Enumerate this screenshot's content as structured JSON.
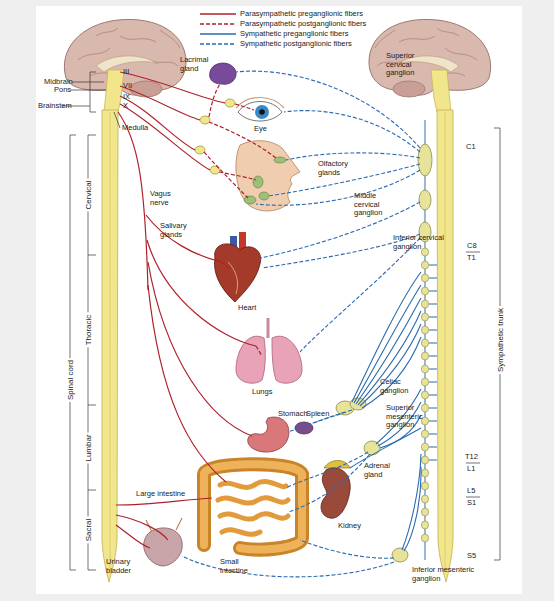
{
  "diagram": {
    "labels": [
      "Midbrain",
      "Pons",
      "Brainstem",
      "III",
      "VII",
      "IX",
      "X",
      "Medulla",
      "Cervical",
      "Thoracic",
      "Lumbar",
      "Sacral",
      "Spinal cord",
      "Vagus nerve",
      "Lacrimal gland",
      "Eye",
      "Olfactory glands",
      "Salivary glands",
      "Heart",
      "Lungs",
      "Stomach",
      "Spleen",
      "Large intestine",
      "Small intestine",
      "Urinary bladder",
      "Adrenal gland",
      "Kidney",
      "Superior cervical ganglion",
      "Middle cervical ganglion",
      "Inferior cervical ganglion",
      "Celiac ganglion",
      "Superior mesenteric ganglion",
      "Inferior mesenteric ganglion",
      "C1",
      "C8",
      "T1",
      "T12",
      "L1",
      "L5",
      "S1",
      "S5",
      "Sympathetic trunk"
    ],
    "legend": [
      {
        "text": "Parasympathetic preganglionic fibers"
      },
      {
        "text": "Parasympathetic postganglionic fibers"
      },
      {
        "text": "Sympathetic preganglionic fibers"
      },
      {
        "text": "Sympathetic postganglionic fibers"
      }
    ]
  }
}
